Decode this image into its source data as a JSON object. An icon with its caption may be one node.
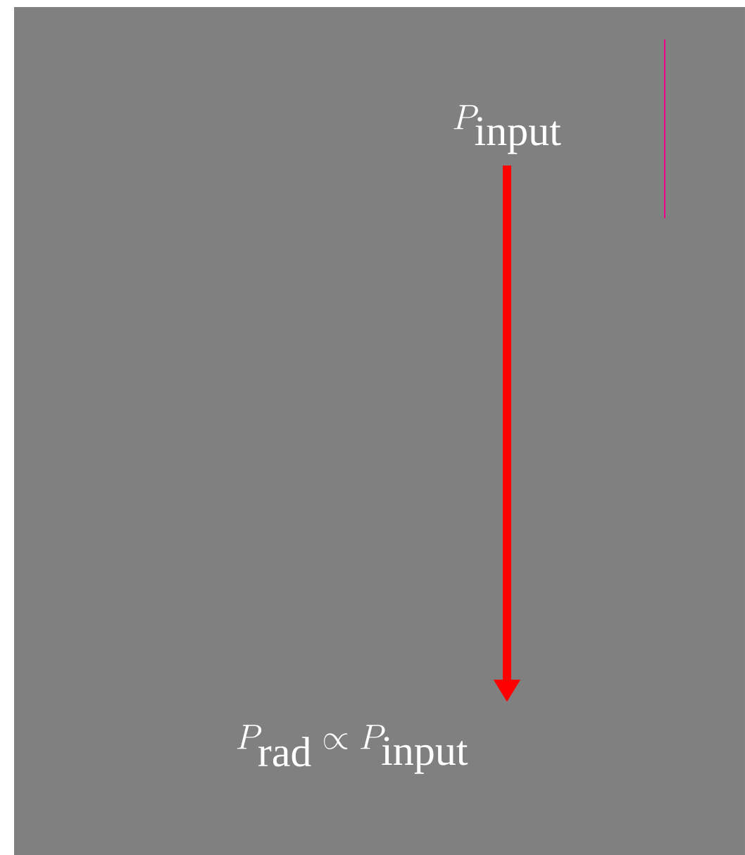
{
  "diagram": {
    "nodes": [
      {
        "text": [
          "P_{\\mathrm{input}}"
        ]
      },
      {
        "text": [
          "P_{\\mathrm{rad}} \\propto P_{\\mathrm{input}}"
        ]
      }
    ],
    "edges": [
      {
        "from": 0,
        "to": 1,
        "arrow": "to",
        "color": "#ff0000"
      }
    ]
  }
}
